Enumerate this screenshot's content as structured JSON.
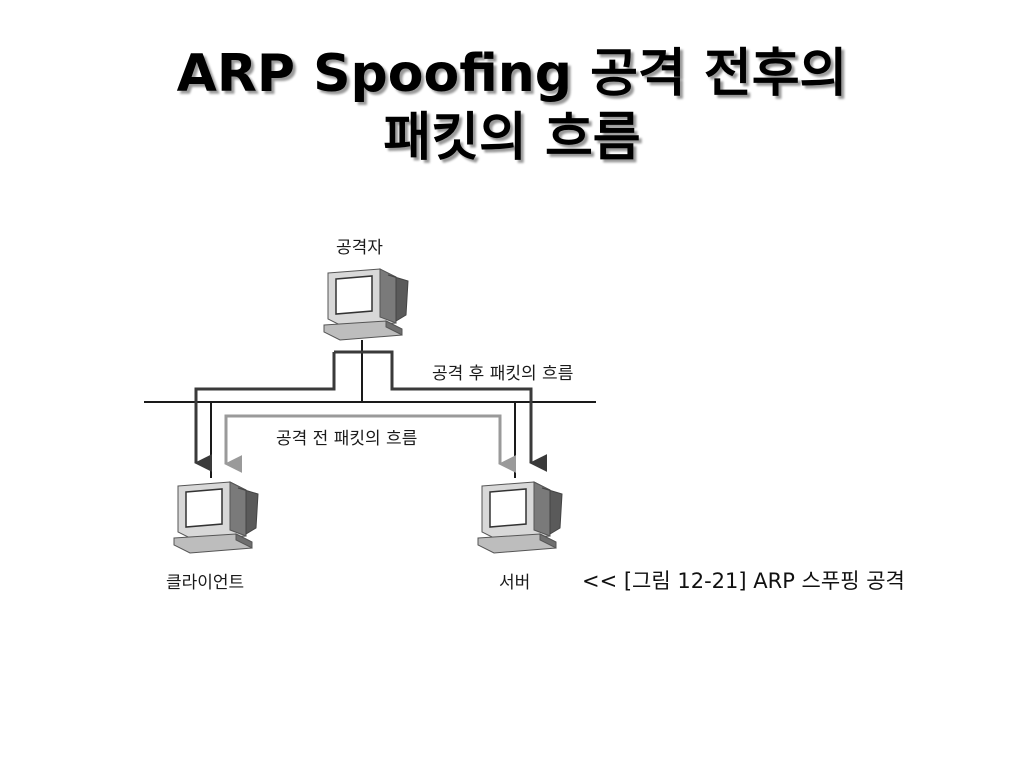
{
  "title": {
    "line1": "ARP Spoofing 공격 전후의",
    "line2": "패킷의 흐름"
  },
  "nodes": {
    "attacker": "공격자",
    "client": "클라이언트",
    "server": "서버"
  },
  "flows": {
    "after_attack": "공격 후 패킷의 흐름",
    "before_attack": "공격 전 패킷의 흐름"
  },
  "caption": "<< [그림 12-21] ARP 스푸핑 공격",
  "colors": {
    "after_flow": "#3a3a3a",
    "before_flow": "#9a9a9a",
    "network_line": "#1a1a1a"
  }
}
